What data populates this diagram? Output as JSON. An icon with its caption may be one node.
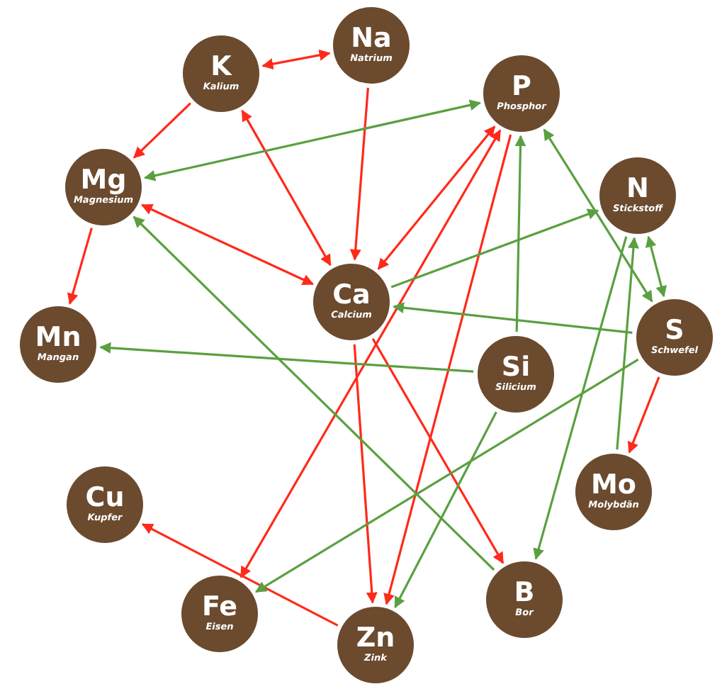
{
  "diagram": {
    "nodes": [
      {
        "text": [
          "K",
          "Kalium"
        ]
      },
      {
        "text": [
          "Na",
          "Natrium"
        ]
      },
      {
        "text": [
          "P",
          "Phosphor"
        ]
      },
      {
        "text": [
          "Mg",
          "Magnesium"
        ]
      },
      {
        "text": [
          "N",
          "Stickstoff"
        ]
      },
      {
        "text": [
          "Ca",
          "Calcium"
        ]
      },
      {
        "text": [
          "S",
          "Schwefel"
        ]
      },
      {
        "text": [
          "Mn",
          "Mangan"
        ]
      },
      {
        "text": [
          "Si",
          "Silicium"
        ]
      },
      {
        "text": [
          "Mo",
          "Molybdän"
        ]
      },
      {
        "text": [
          "Cu",
          "Kupfer"
        ]
      },
      {
        "text": [
          "Fe",
          "Eisen"
        ]
      },
      {
        "text": [
          "B",
          "Bor"
        ]
      },
      {
        "text": [
          "Zn",
          "Zink"
        ]
      }
    ],
    "edges": [
      {
        "from": 0,
        "to": 1,
        "arrow": "both"
      },
      {
        "from": 0,
        "to": 3,
        "arrow": "to"
      },
      {
        "from": 1,
        "to": 5,
        "arrow": "to"
      },
      {
        "from": 0,
        "to": 5,
        "arrow": "both"
      },
      {
        "from": 3,
        "to": 5,
        "arrow": "both"
      },
      {
        "from": 3,
        "to": 7,
        "arrow": "to"
      },
      {
        "from": 5,
        "to": 2,
        "arrow": "both"
      },
      {
        "from": 11,
        "to": 2,
        "arrow": "both"
      },
      {
        "from": 2,
        "to": 13,
        "arrow": "to"
      },
      {
        "from": 5,
        "to": 13,
        "arrow": "to"
      },
      {
        "from": 5,
        "to": 12,
        "arrow": "to"
      },
      {
        "from": 13,
        "to": 10,
        "arrow": "to"
      },
      {
        "from": 6,
        "to": 9,
        "arrow": "to"
      },
      {
        "from": 12,
        "to": 3,
        "arrow": "to",
        "color": "#5aa040"
      },
      {
        "from": 3,
        "to": 2,
        "arrow": "both",
        "color": "#5aa040"
      },
      {
        "from": 5,
        "to": 4,
        "arrow": "to",
        "color": "#5aa040"
      },
      {
        "from": 6,
        "to": 5,
        "arrow": "to",
        "color": "#5aa040"
      },
      {
        "from": 8,
        "to": 2,
        "arrow": "to",
        "color": "#5aa040"
      },
      {
        "from": 6,
        "to": 2,
        "arrow": "both",
        "color": "#5aa040"
      },
      {
        "from": 4,
        "to": 6,
        "arrow": "both",
        "color": "#5aa040"
      },
      {
        "from": 9,
        "to": 4,
        "arrow": "to",
        "color": "#5aa040"
      },
      {
        "from": 4,
        "to": 12,
        "arrow": "to",
        "color": "#5aa040"
      },
      {
        "from": 8,
        "to": 7,
        "arrow": "to",
        "color": "#5aa040"
      },
      {
        "from": 8,
        "to": 13,
        "arrow": "to",
        "color": "#5aa040"
      },
      {
        "from": 6,
        "to": 11,
        "arrow": "to",
        "color": "#5aa040"
      }
    ]
  }
}
